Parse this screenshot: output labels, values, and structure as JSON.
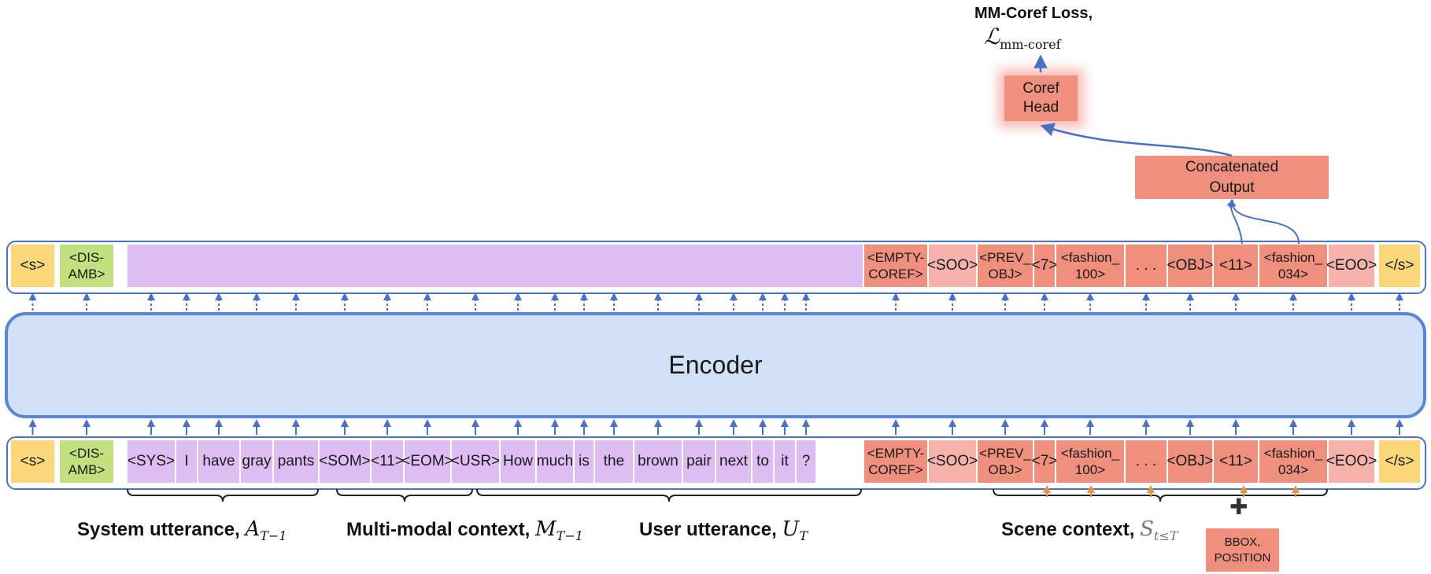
{
  "title": {
    "loss_label": "MM-Coref Loss,",
    "loss_symbol": "ℒ",
    "loss_symbol_sub": "mm-coref"
  },
  "heads": {
    "coref_head": "Coref\nHead",
    "concat_output": "Concatenated\nOutput",
    "bbox_position": "BBOX,\nPOSITION",
    "plus_symbol": "✚"
  },
  "encoder": {
    "label": "Encoder"
  },
  "input_tokens": [
    {
      "text": "<s>",
      "color": "yellow"
    },
    {
      "text": "<DIS-\nAMB>",
      "color": "green"
    },
    {
      "text": "<SYS>",
      "color": "purple"
    },
    {
      "text": "I",
      "color": "purple"
    },
    {
      "text": "have",
      "color": "purple"
    },
    {
      "text": "gray",
      "color": "purple"
    },
    {
      "text": "pants",
      "color": "purple"
    },
    {
      "text": "<SOM>",
      "color": "purple"
    },
    {
      "text": "<11>",
      "color": "purple"
    },
    {
      "text": "<EOM>",
      "color": "purple"
    },
    {
      "text": "<USR>",
      "color": "purple"
    },
    {
      "text": "How",
      "color": "purple"
    },
    {
      "text": "much",
      "color": "purple"
    },
    {
      "text": "is",
      "color": "purple"
    },
    {
      "text": "the",
      "color": "purple"
    },
    {
      "text": "brown",
      "color": "purple"
    },
    {
      "text": "pair",
      "color": "purple"
    },
    {
      "text": "next",
      "color": "purple"
    },
    {
      "text": "to",
      "color": "purple"
    },
    {
      "text": "it",
      "color": "purple"
    },
    {
      "text": "?",
      "color": "purple"
    },
    {
      "text": "<EMPTY-\nCOREF>",
      "color": "salmon"
    },
    {
      "text": "<SOO>",
      "color": "pink"
    },
    {
      "text": "<PREV_\nOBJ>",
      "color": "salmon"
    },
    {
      "text": "<7>",
      "color": "salmon"
    },
    {
      "text": "<fashion_\n100>",
      "color": "salmon"
    },
    {
      "text": ". . .",
      "color": "salmon"
    },
    {
      "text": "<OBJ>",
      "color": "salmon"
    },
    {
      "text": "<11>",
      "color": "salmon"
    },
    {
      "text": "<fashion_\n034>",
      "color": "salmon"
    },
    {
      "text": "<EOO>",
      "color": "pink"
    },
    {
      "text": "</s>",
      "color": "yellow"
    }
  ],
  "output_tokens": [
    {
      "text": "<s>",
      "color": "yellow"
    },
    {
      "text": "<DIS-\nAMB>",
      "color": "green"
    },
    {
      "text": "",
      "color": "purple"
    },
    {
      "text": "<EMPTY-\nCOREF>",
      "color": "salmon"
    },
    {
      "text": "<SOO>",
      "color": "pink"
    },
    {
      "text": "<PREV_\nOBJ>",
      "color": "salmon"
    },
    {
      "text": "<7>",
      "color": "salmon"
    },
    {
      "text": "<fashion_\n100>",
      "color": "salmon"
    },
    {
      "text": ". . .",
      "color": "salmon"
    },
    {
      "text": "<OBJ>",
      "color": "salmon"
    },
    {
      "text": "<11>",
      "color": "salmon"
    },
    {
      "text": "<fashion_\n034>",
      "color": "salmon"
    },
    {
      "text": "<EOO>",
      "color": "pink"
    },
    {
      "text": "</s>",
      "color": "yellow"
    }
  ],
  "groups": {
    "system": {
      "label": "System utterance,",
      "sym": "A",
      "sub": "T−1"
    },
    "multimodal": {
      "label": "Multi-modal context,",
      "sym": "M",
      "sub": "T−1"
    },
    "user": {
      "label": "User utterance,",
      "sym": "U",
      "sub": "T"
    },
    "scene": {
      "label": "Scene context,",
      "sym": "S",
      "sub": "t≤T"
    }
  },
  "colors": {
    "yellow": "#f9d77a",
    "green": "#c2e07e",
    "purple": "#ddbdf2",
    "salmon": "#ef8f7e",
    "pink": "#f6b3ac",
    "arrow": "#4a72c4",
    "orange": "#f0913a"
  }
}
